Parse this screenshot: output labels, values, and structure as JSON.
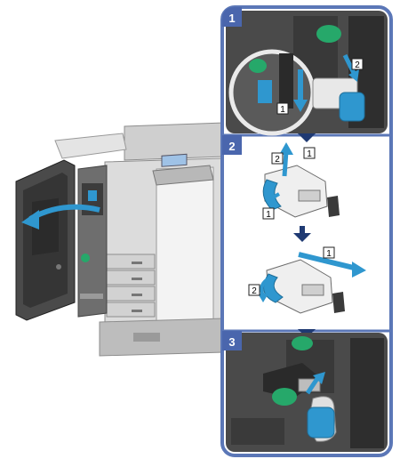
{
  "steps": [
    {
      "number": "1",
      "callouts": [
        "1",
        "2"
      ]
    },
    {
      "number": "2",
      "callouts": [
        "2",
        "1",
        "1",
        "1",
        "2"
      ]
    },
    {
      "number": "3",
      "callouts": []
    }
  ],
  "colors": {
    "frame_blue": "#5b77b7",
    "step_badge": "#4a66ad",
    "arrow_navy": "#1f3a73",
    "accent_blue": "#2f97cf",
    "latch_green": "#26a86a",
    "device_gray": "#d5d5d5",
    "panel_dark": "#3c3c3c"
  },
  "icons": {
    "step_arrow": "arrow-down-icon",
    "open_door": "curved-arrow-icon",
    "push": "arrow-icon"
  }
}
